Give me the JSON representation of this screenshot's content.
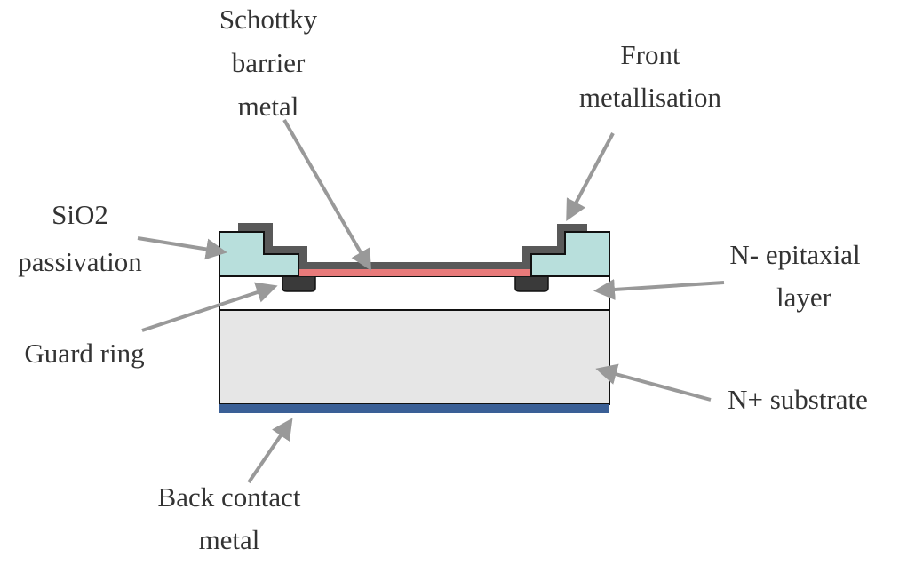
{
  "labels": {
    "schottky": [
      "Schottky",
      "barrier",
      "metal"
    ],
    "front": [
      "Front",
      "metallisation"
    ],
    "sio2": [
      "SiO2",
      "passivation"
    ],
    "guard": [
      "Guard ring"
    ],
    "epi": [
      "N- epitaxial",
      "layer"
    ],
    "substrate": [
      "N+ substrate"
    ],
    "back": [
      "Back contact",
      "metal"
    ]
  },
  "colors": {
    "sio2": "#b8dfdc",
    "metal": "#595959",
    "schottky": "#e87a7a",
    "guard_ring": "#3a3a3a",
    "epitaxial": "#ffffff",
    "substrate": "#e6e6e6",
    "back_contact": "#3a5f96",
    "arrow": "#999999"
  }
}
